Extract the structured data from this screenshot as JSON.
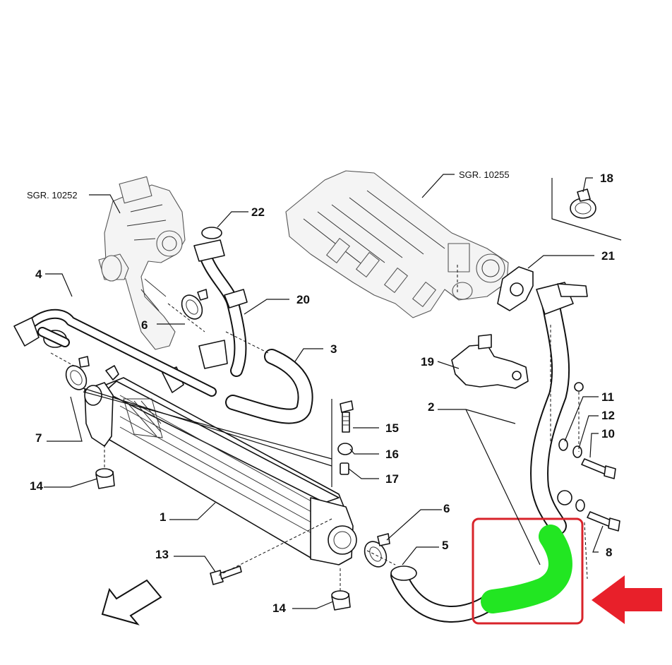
{
  "references": {
    "turbo": "SGR. 10252",
    "manifold": "SGR. 10255"
  },
  "callouts": {
    "c1": "1",
    "c2": "2",
    "c3": "3",
    "c4": "4",
    "c5": "5",
    "c6a": "6",
    "c6b": "6",
    "c7": "7",
    "c8": "8",
    "c10": "10",
    "c11": "11",
    "c12": "12",
    "c13": "13",
    "c14a": "14",
    "c14b": "14",
    "c15": "15",
    "c16": "16",
    "c17": "17",
    "c18": "18",
    "c19": "19",
    "c20": "20",
    "c21": "21",
    "c22": "22"
  },
  "highlight": {
    "part_color": "#22e622",
    "box_color": "#d8232a",
    "arrow_color": "#e8202a"
  }
}
